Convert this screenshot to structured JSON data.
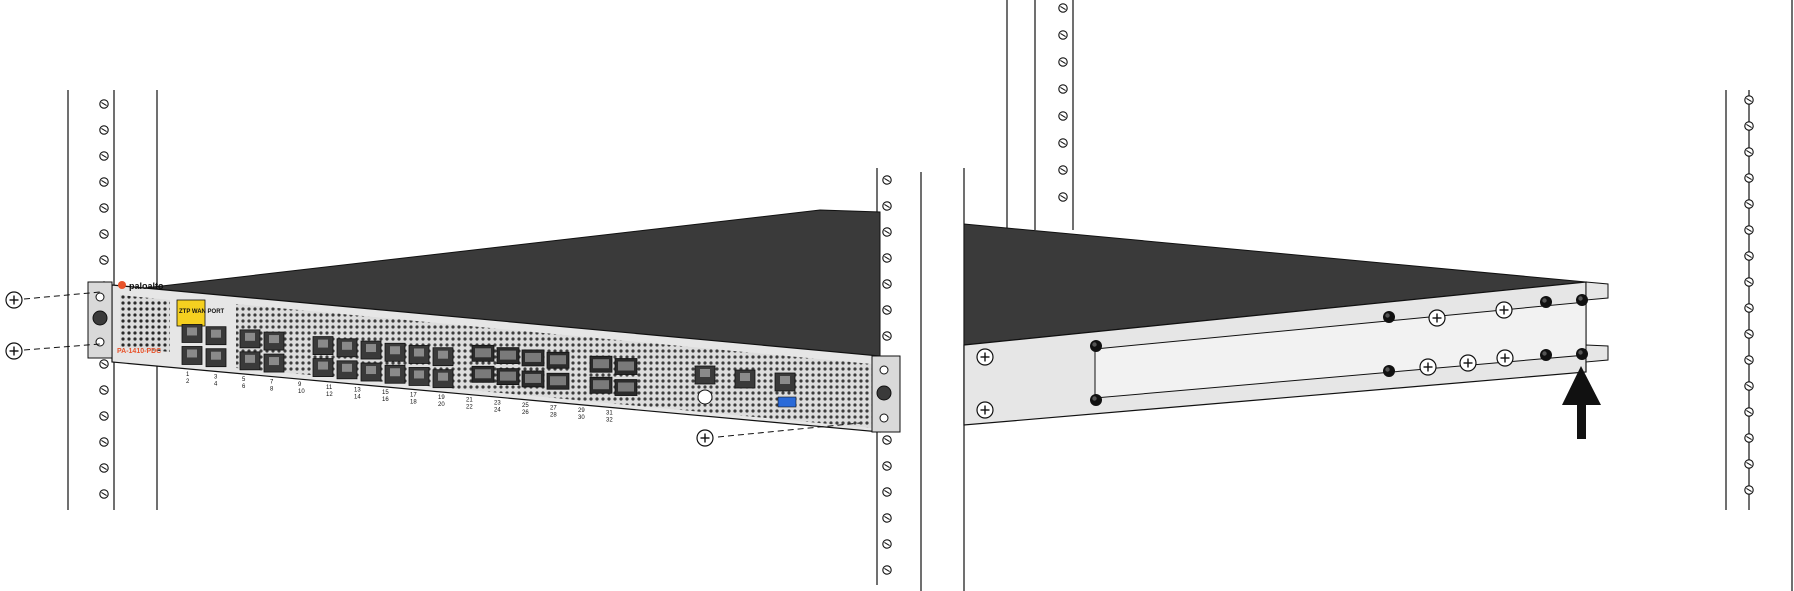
{
  "diagram": {
    "colors": {
      "chassis_top": "#3a3a3a",
      "chassis_front": "#e6e6e6",
      "outline": "#1a1a1a",
      "brand_orange": "#e8532b",
      "ztp_tag": "#f5d020",
      "rail": "#ffffff",
      "arrow": "#111111"
    },
    "device": {
      "brand": "paloalto",
      "model": "PA-1410-PDC",
      "ztp_tag": "ZTP WAN PORT",
      "port_labels_top": [
        "1",
        "3",
        "5",
        "7",
        "9",
        "11",
        "13",
        "15",
        "17",
        "19",
        "21",
        "23",
        "25",
        "27",
        "29",
        "31"
      ],
      "port_labels_bottom": [
        "2",
        "4",
        "6",
        "8",
        "10",
        "12",
        "14",
        "16",
        "18",
        "20",
        "22",
        "24",
        "26",
        "28",
        "30",
        "32"
      ]
    },
    "icons": [
      "screw-icon",
      "up-arrow-icon",
      "rack-hole-icon"
    ]
  }
}
